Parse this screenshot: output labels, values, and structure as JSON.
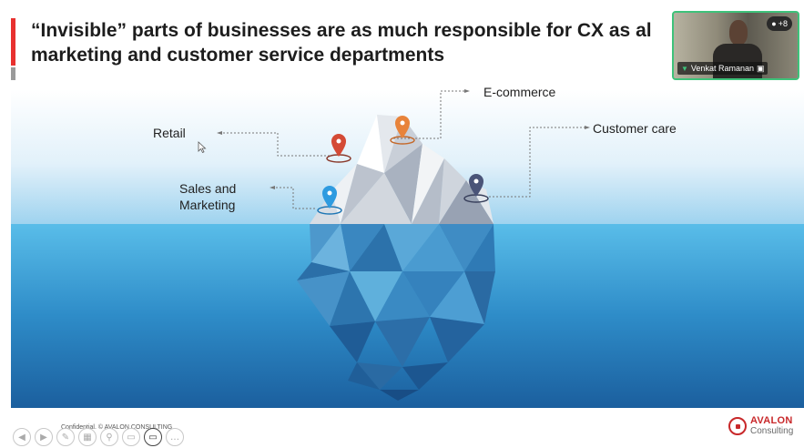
{
  "slide": {
    "title_line1": "“Invisible” parts of businesses are as much responsible for CX as al",
    "title_line2": "marketing and customer service departments",
    "labels": {
      "ecommerce": "E-commerce",
      "retail": "Retail",
      "customer_care": "Customer care",
      "sales_line1": "Sales and",
      "sales_line2": "Marketing"
    },
    "pin_colors": {
      "retail": "#d44a35",
      "ecommerce": "#e8833a",
      "sales": "#2e9be0",
      "customer_care": "#4a5478"
    },
    "footer": "Confidential. © AVALON CONSULTING",
    "logo": {
      "name": "AVALON",
      "sub": "Consulting"
    }
  },
  "controls": {
    "items": [
      {
        "name": "prev-slide-icon",
        "glyph": "◀",
        "active": false
      },
      {
        "name": "next-slide-icon",
        "glyph": "▶",
        "active": false
      },
      {
        "name": "pen-icon",
        "glyph": "✎",
        "active": false
      },
      {
        "name": "slides-grid-icon",
        "glyph": "▦",
        "active": false
      },
      {
        "name": "zoom-icon",
        "glyph": "⚲",
        "active": false
      },
      {
        "name": "subtitles-icon",
        "glyph": "▭",
        "active": false
      },
      {
        "name": "camera-icon",
        "glyph": "▭",
        "active": true
      },
      {
        "name": "more-options-icon",
        "glyph": "…",
        "active": false
      }
    ]
  },
  "video": {
    "participant_name": "Venkat Ramanan",
    "participants_badge": "+8",
    "accent": "#3ec27a"
  }
}
